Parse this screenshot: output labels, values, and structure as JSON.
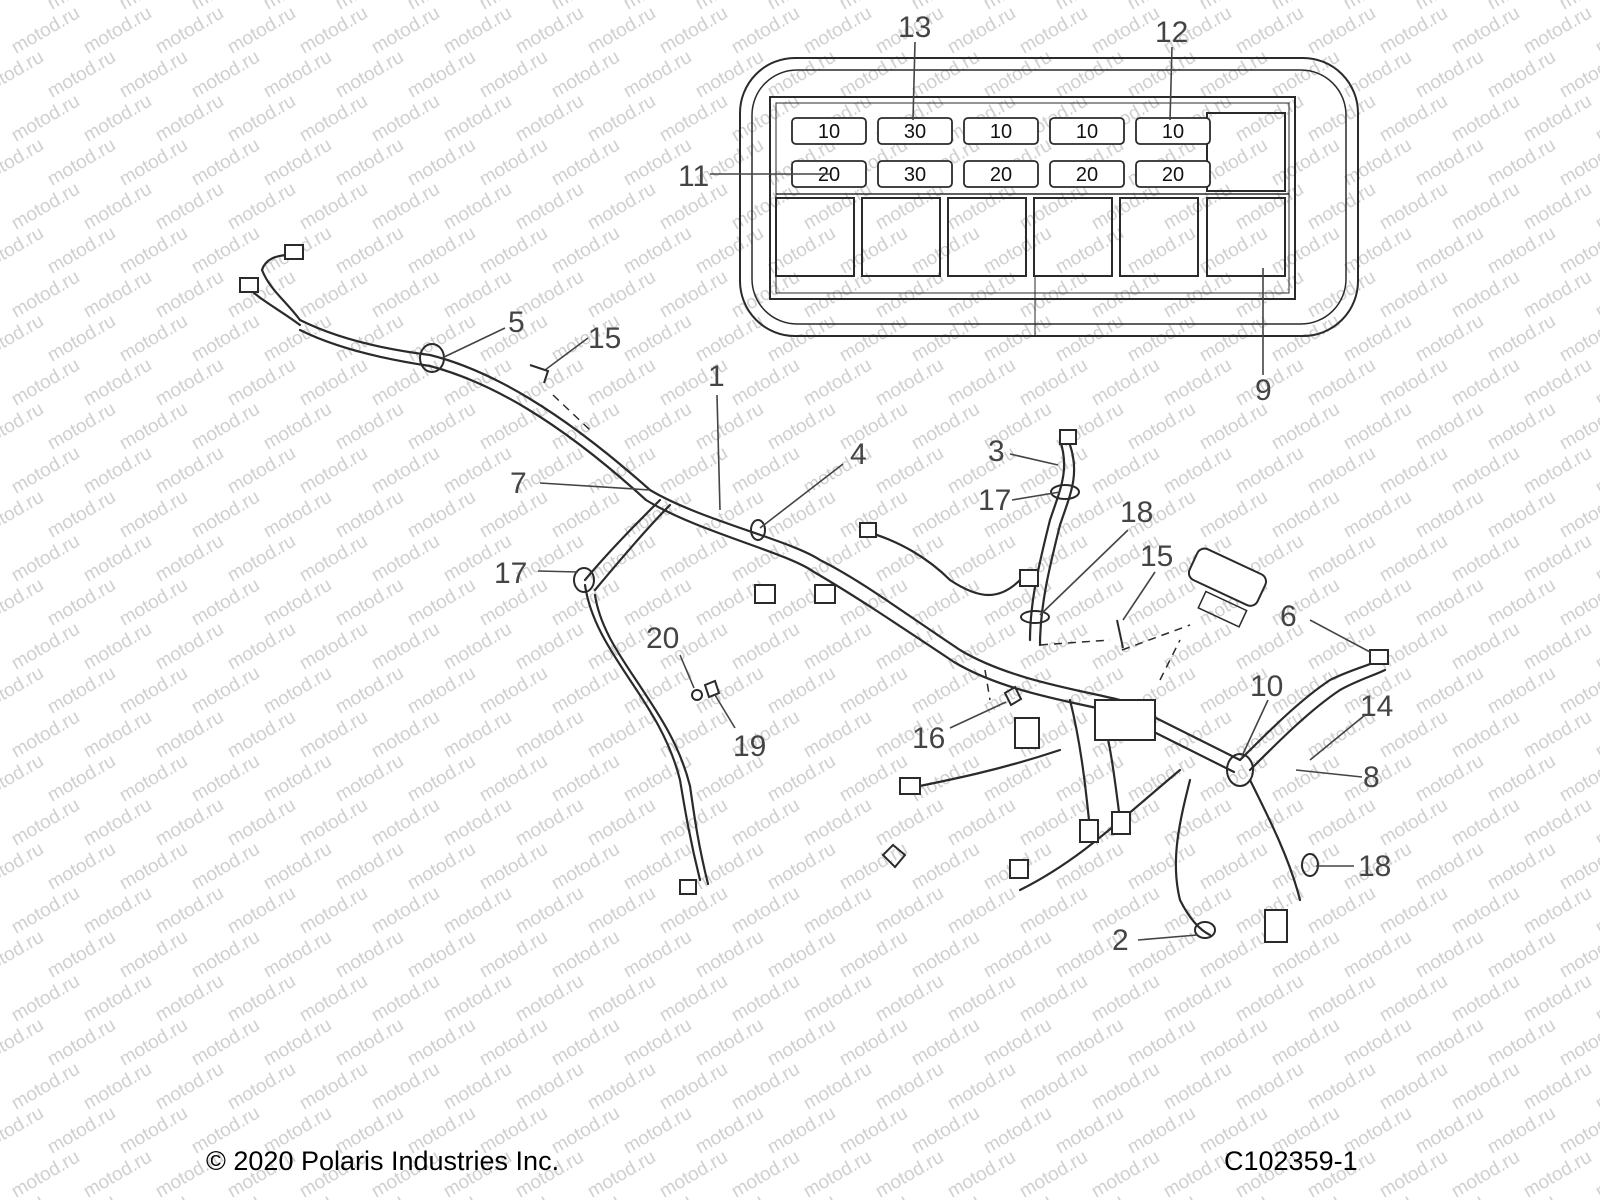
{
  "watermark_text": "motod.ru",
  "colors": {
    "line": "#2a2a2a",
    "callout_text": "#444444",
    "watermark": "#cfcfcf"
  },
  "fuse_box": {
    "top_row": [
      "10",
      "30",
      "10",
      "10",
      "10"
    ],
    "bottom_row": [
      "20",
      "30",
      "20",
      "20",
      "20"
    ]
  },
  "callouts": [
    {
      "id": "c13",
      "text": "13"
    },
    {
      "id": "c12",
      "text": "12"
    },
    {
      "id": "c11",
      "text": "11"
    },
    {
      "id": "c9",
      "text": "9"
    },
    {
      "id": "c5",
      "text": "5"
    },
    {
      "id": "c15a",
      "text": "15"
    },
    {
      "id": "c1",
      "text": "1"
    },
    {
      "id": "c4",
      "text": "4"
    },
    {
      "id": "c3",
      "text": "3"
    },
    {
      "id": "c17a",
      "text": "17"
    },
    {
      "id": "c7",
      "text": "7"
    },
    {
      "id": "c18a",
      "text": "18"
    },
    {
      "id": "c15b",
      "text": "15"
    },
    {
      "id": "c17b",
      "text": "17"
    },
    {
      "id": "c6",
      "text": "6"
    },
    {
      "id": "c20",
      "text": "20"
    },
    {
      "id": "c10",
      "text": "10"
    },
    {
      "id": "c14",
      "text": "14"
    },
    {
      "id": "c16",
      "text": "16"
    },
    {
      "id": "c19",
      "text": "19"
    },
    {
      "id": "c8",
      "text": "8"
    },
    {
      "id": "c18b",
      "text": "18"
    },
    {
      "id": "c2",
      "text": "2"
    }
  ],
  "footer": {
    "copyright": "© 2020 Polaris Industries Inc.",
    "drawing_number": "C102359-1"
  }
}
